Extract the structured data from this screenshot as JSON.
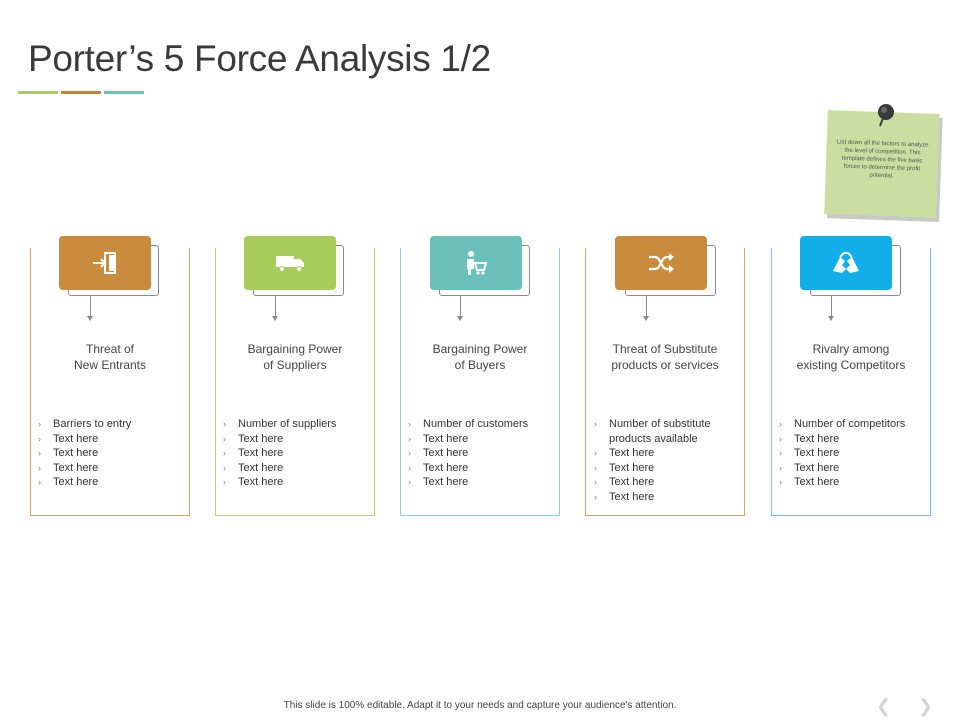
{
  "title": "Porter’s 5 Force Analysis 1/2",
  "title_bar_colors": [
    "#a8c96b",
    "#c0843e",
    "#6cbec2"
  ],
  "note": {
    "text": "List down all the factors to analyze the level of competition. This template defines the five basic forces to determine the profit potential.",
    "icon": "pushpin-icon",
    "color": "#c9dea0"
  },
  "forces": [
    {
      "title_line1": "Threat of",
      "title_line2": "New Entrants",
      "icon": "enter-door-icon",
      "color": "#c98b3e",
      "items": [
        "Barriers to entry",
        "Text here",
        "Text here",
        "Text here",
        "Text here"
      ]
    },
    {
      "title_line1": "Bargaining Power",
      "title_line2": "of Suppliers",
      "icon": "delivery-truck-icon",
      "color": "#a8cc5c",
      "items": [
        "Number of suppliers",
        "Text here",
        "Text here",
        "Text here",
        "Text here"
      ]
    },
    {
      "title_line1": "Bargaining Power",
      "title_line2": "of Buyers",
      "icon": "shopper-cart-icon",
      "color": "#6cc0bc",
      "items": [
        "Number of customers",
        "Text here",
        "Text here",
        "Text here",
        "Text here"
      ]
    },
    {
      "title_line1": "Threat of Substitute",
      "title_line2": "products or services",
      "icon": "shuffle-icon",
      "color": "#c98b3e",
      "items": [
        "Number of substitute products available",
        "Text here",
        "Text here",
        "Text here",
        "Text here"
      ]
    },
    {
      "title_line1": "Rivalry among",
      "title_line2": "existing Competitors",
      "icon": "clasped-hands-icon",
      "color": "#12aeea",
      "items": [
        "Number of competitors",
        "Text here",
        "Text here",
        "Text here",
        "Text here"
      ]
    }
  ],
  "footer": "This slide is 100% editable. Adapt it to your needs and capture your audience's attention.",
  "nav": {
    "prev": "❮",
    "next": "❯"
  }
}
